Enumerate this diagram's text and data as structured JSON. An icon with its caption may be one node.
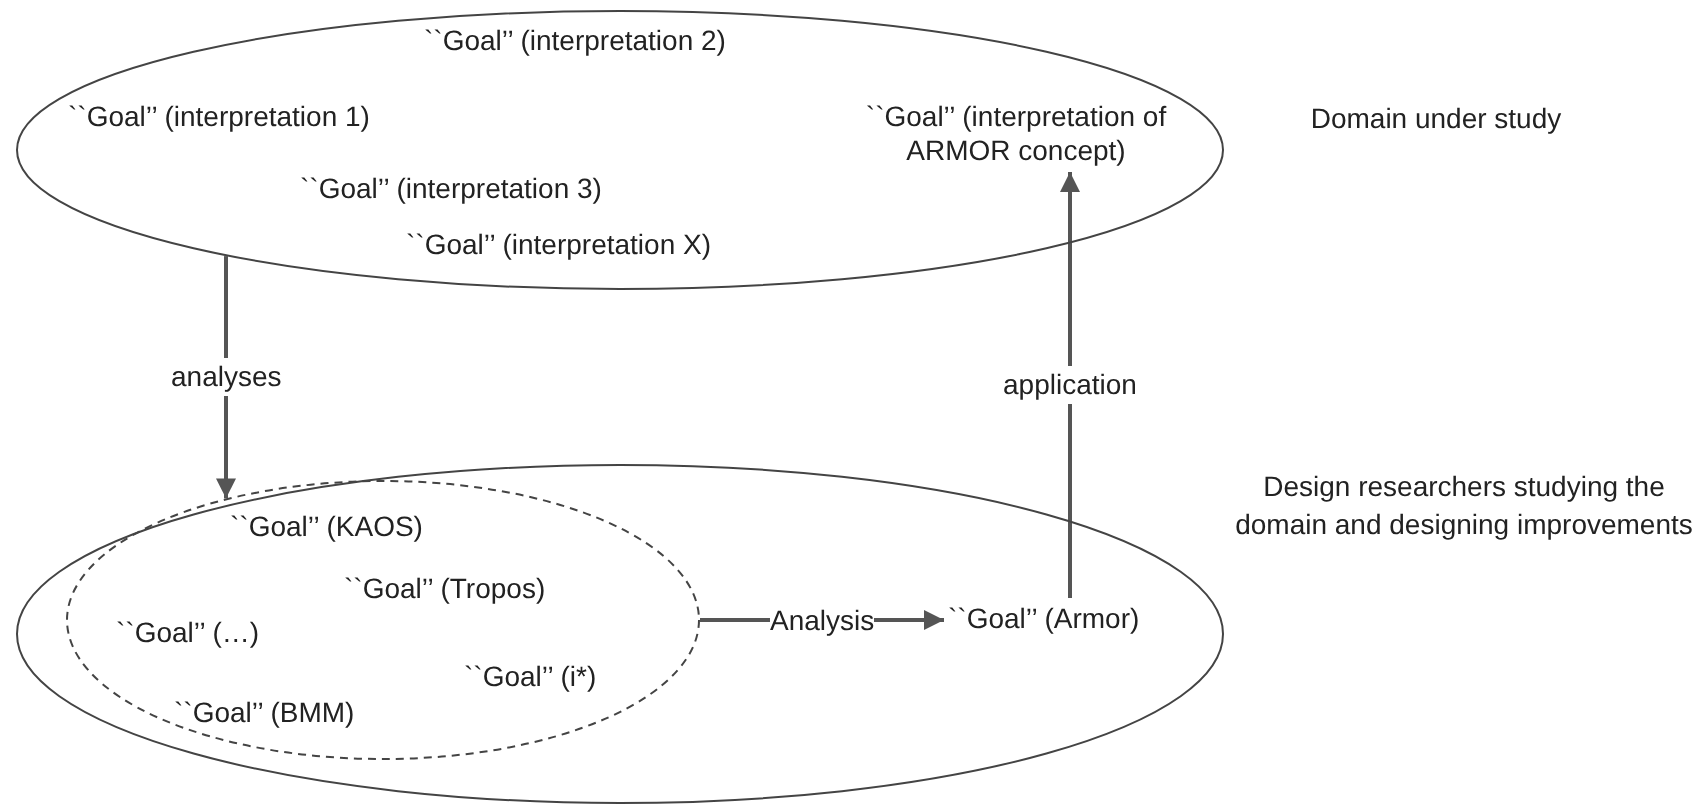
{
  "diagram": {
    "nodes": [
      {
        "text": [
          "Domain under study"
        ]
      },
      {
        "text": [
          "``Goal’’ (interpretation 2)"
        ],
        "in": 0
      },
      {
        "text": [
          "``Goal’’ (interpretation 1)"
        ],
        "in": 0
      },
      {
        "text": [
          "``Goal’’ (interpretation of ARMOR concept)"
        ],
        "in": 0
      },
      {
        "text": [
          "``Goal’’ (interpretation 3)"
        ],
        "in": 0
      },
      {
        "text": [
          "``Goal’’ (interpretation X)"
        ],
        "in": 0
      },
      {
        "text": [
          "Design researchers studying the domain and designing improvements"
        ]
      },
      {
        "text": [],
        "shape": "ellipse",
        "in": 6
      },
      {
        "text": [
          "``Goal’’ (KAOS)"
        ],
        "in": 7
      },
      {
        "text": [
          "``Goal’’ (Tropos)"
        ],
        "in": 7
      },
      {
        "text": [
          "``Goal’’ (…)"
        ],
        "in": 7
      },
      {
        "text": [
          "``Goal’’ (i*)"
        ],
        "in": 7
      },
      {
        "text": [
          "``Goal’’ (BMM)"
        ],
        "in": 7
      },
      {
        "text": [
          "``Goal’’ (Armor)"
        ],
        "in": 6
      }
    ],
    "edges": [
      {
        "from": 0,
        "to": 7,
        "arrow": "to",
        "label": "analyses"
      },
      {
        "from": 7,
        "to": 13,
        "arrow": "to",
        "label": "Analysis"
      },
      {
        "from": 13,
        "to": 3,
        "arrow": "to",
        "label": "application"
      }
    ]
  }
}
